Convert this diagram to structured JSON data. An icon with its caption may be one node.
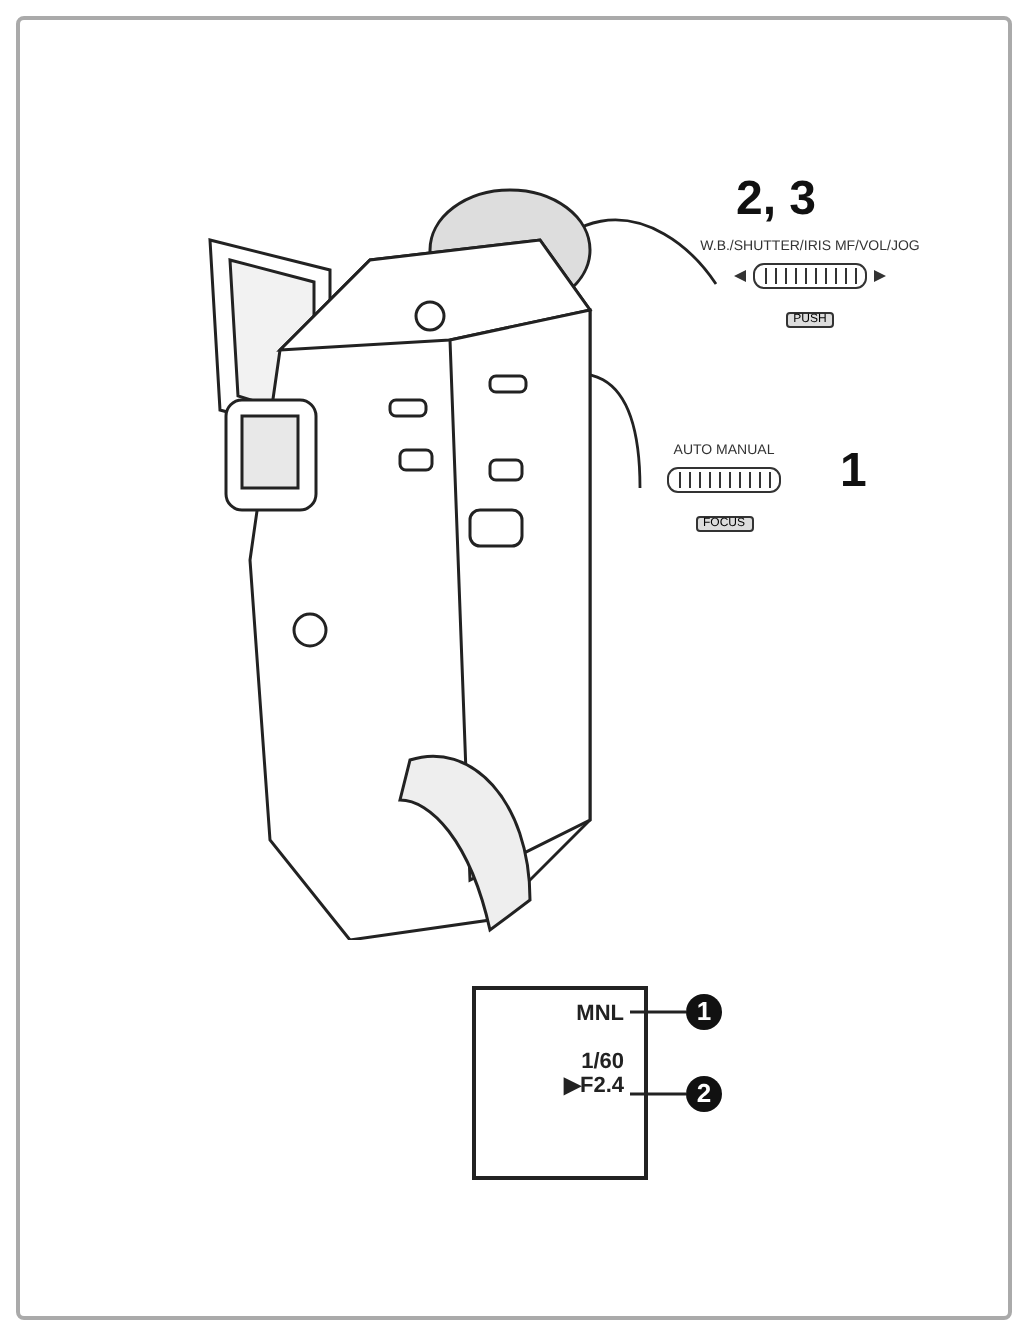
{
  "diagram": {
    "nodes": [
      {
        "text": [],
        "shape": "picture"
      },
      {
        "text": [
          "W.B./SHUTTER/IRIS MF/VOL/JOG",
          "PUSH"
        ],
        "beside": [
          "2, 3"
        ]
      },
      {
        "text": [
          "AUTO MANUAL",
          "FOCUS"
        ],
        "beside": [
          "1"
        ]
      },
      {
        "text": [],
        "shape": "box"
      },
      {
        "text": [
          "MNL"
        ],
        "in": 3
      },
      {
        "text": [
          "1/60",
          "▶F2.4"
        ],
        "in": 3
      },
      {
        "text": [
          "1"
        ]
      },
      {
        "text": [
          "2"
        ]
      }
    ],
    "edges": [
      {
        "from": 1,
        "to": 0,
        "arrow": "none"
      },
      {
        "from": 2,
        "to": 0,
        "arrow": "none"
      },
      {
        "from": 4,
        "to": 6,
        "arrow": "none"
      },
      {
        "from": 5,
        "to": 7,
        "arrow": "none"
      }
    ]
  }
}
